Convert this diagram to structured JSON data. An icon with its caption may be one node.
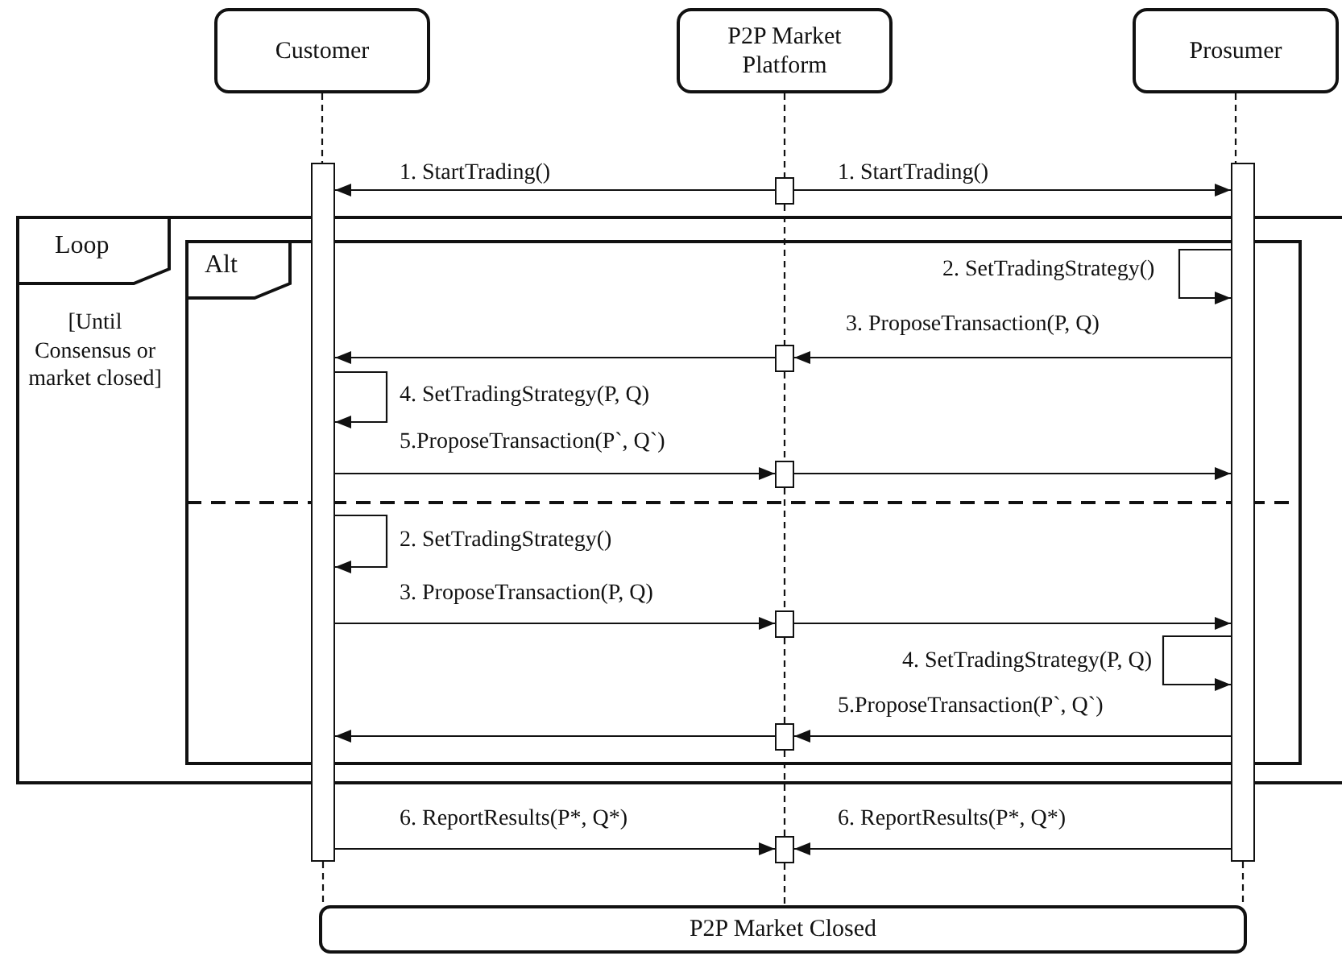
{
  "diagram": {
    "nodes": [
      {
        "text": [
          "Customer"
        ]
      },
      {
        "text": [
          "P2P Market Platform"
        ]
      },
      {
        "text": [
          "Prosumer"
        ]
      },
      {
        "text": [],
        "shape": "bar"
      },
      {
        "text": [],
        "shape": "bar"
      },
      {
        "text": [],
        "shape": "bar"
      },
      {
        "text": [
          "Loop",
          "[Until Consensus or market closed]"
        ]
      },
      {
        "text": [
          "Alt"
        ],
        "in": 6
      },
      {
        "text": [],
        "shape": "bar",
        "in": 7
      },
      {
        "text": [],
        "shape": "bar",
        "in": 7
      },
      {
        "text": [],
        "shape": "bar",
        "in": 7
      },
      {
        "text": [],
        "shape": "bar",
        "in": 7
      },
      {
        "text": [],
        "shape": "bar"
      },
      {
        "text": [
          "P2P Market Closed"
        ]
      }
    ],
    "edges": [
      {
        "from": 4,
        "to": 3,
        "arrow": "to",
        "label": "1. StartTrading()"
      },
      {
        "from": 4,
        "to": 5,
        "arrow": "to",
        "label": "1. StartTrading()"
      },
      {
        "from": 5,
        "to": 5,
        "arrow": "to",
        "label": "2. SetTradingStrategy()"
      },
      {
        "from": 5,
        "to": 8,
        "arrow": "to",
        "label": "3. ProposeTransaction(P,  Q)"
      },
      {
        "from": 8,
        "to": 3,
        "arrow": "to"
      },
      {
        "from": 3,
        "to": 3,
        "arrow": "to",
        "label": "4. SetTradingStrategy(P,  Q)"
      },
      {
        "from": 3,
        "to": 9,
        "arrow": "to",
        "label": "5.ProposeTransaction(P`,  Q`)"
      },
      {
        "from": 9,
        "to": 5,
        "arrow": "to"
      },
      {
        "from": 3,
        "to": 3,
        "arrow": "to",
        "label": "2. SetTradingStrategy()"
      },
      {
        "from": 3,
        "to": 10,
        "arrow": "to",
        "label": "3. ProposeTransaction(P,  Q)"
      },
      {
        "from": 10,
        "to": 5,
        "arrow": "to"
      },
      {
        "from": 5,
        "to": 5,
        "arrow": "to",
        "label": "4. SetTradingStrategy(P,  Q)"
      },
      {
        "from": 5,
        "to": 11,
        "arrow": "to",
        "label": "5.ProposeTransaction(P`,  Q`)"
      },
      {
        "from": 11,
        "to": 3,
        "arrow": "to"
      },
      {
        "from": 3,
        "to": 12,
        "arrow": "to",
        "label": "6. ReportResults(P*,  Q*)"
      },
      {
        "from": 5,
        "to": 12,
        "arrow": "to",
        "label": "6. ReportResults(P*,  Q*)"
      },
      {
        "from": 0,
        "to": 3,
        "arrow": "none",
        "style": "dashed"
      },
      {
        "from": 3,
        "to": 13,
        "arrow": "none",
        "style": "dashed"
      },
      {
        "from": 1,
        "to": 4,
        "arrow": "none",
        "style": "dashed"
      },
      {
        "from": 4,
        "to": 8,
        "arrow": "none",
        "style": "dashed"
      },
      {
        "from": 8,
        "to": 9,
        "arrow": "none",
        "style": "dashed"
      },
      {
        "from": 9,
        "to": 10,
        "arrow": "none",
        "style": "dashed"
      },
      {
        "from": 10,
        "to": 11,
        "arrow": "none",
        "style": "dashed"
      },
      {
        "from": 11,
        "to": 12,
        "arrow": "none",
        "style": "dashed"
      },
      {
        "from": 12,
        "to": 13,
        "arrow": "none",
        "style": "dashed"
      },
      {
        "from": 2,
        "to": 5,
        "arrow": "none",
        "style": "dashed"
      },
      {
        "from": 5,
        "to": 13,
        "arrow": "none",
        "style": "dashed"
      }
    ]
  }
}
